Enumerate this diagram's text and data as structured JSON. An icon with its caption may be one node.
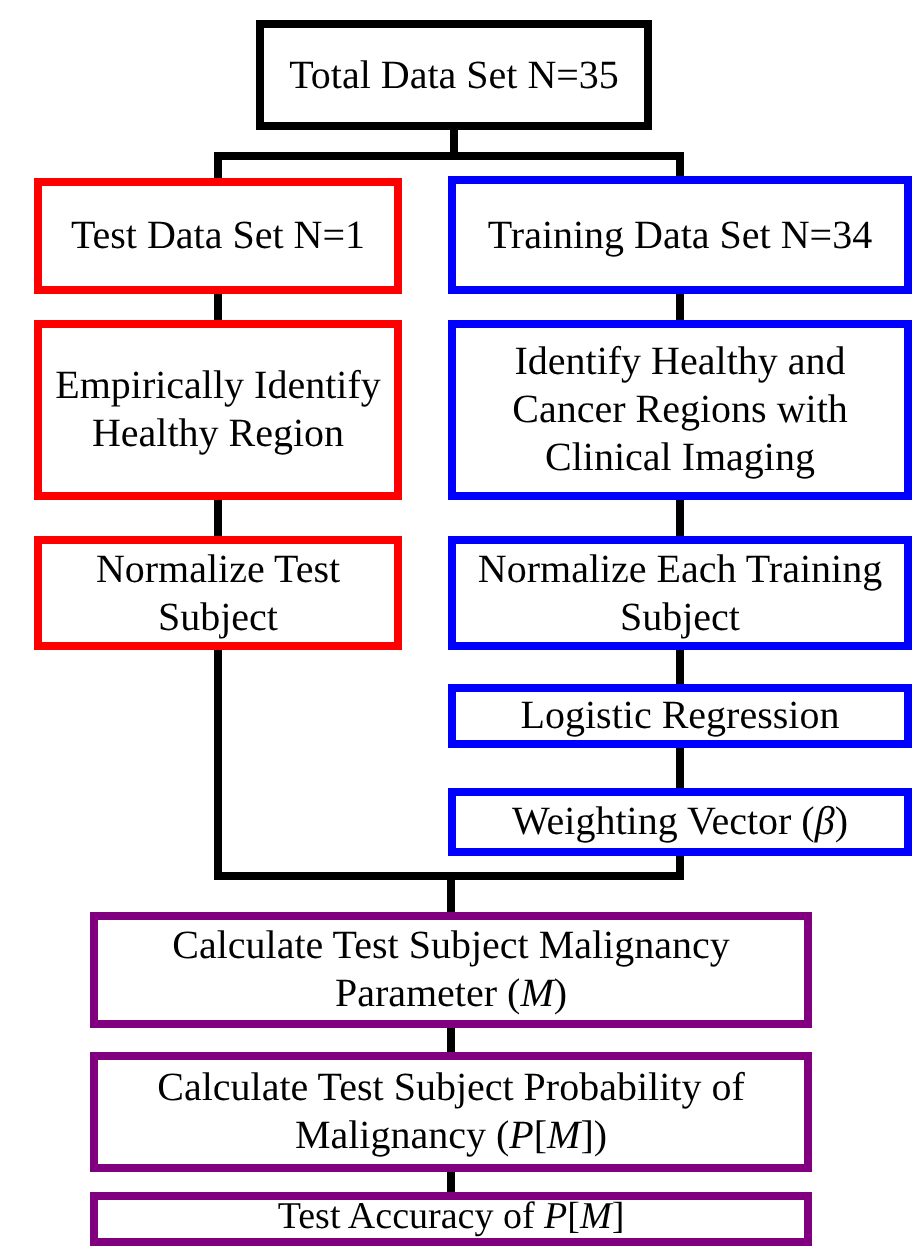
{
  "diagram": {
    "nodes": [
      {
        "text": [
          "Total Data Set N=35"
        ]
      },
      {
        "text": [
          "Test Data Set N=1"
        ]
      },
      {
        "text": [
          "Training Data Set N=34"
        ]
      },
      {
        "text": [
          "Empirically Identify Healthy Region"
        ]
      },
      {
        "text": [
          "Identify Healthy and Cancer Regions with Clinical Imaging"
        ]
      },
      {
        "text": [
          "Normalize Test Subject"
        ]
      },
      {
        "text": [
          "Normalize Each Training Subject"
        ]
      },
      {
        "text": [
          "Logistic Regression"
        ]
      },
      {
        "text": [
          "Weighting Vector (*β*)"
        ]
      },
      {
        "text": [
          "Calculate Test Subject Malignancy Parameter (*M*)"
        ]
      },
      {
        "text": [
          "Calculate Test Subject Probability of Malignancy (*P*[*M*])"
        ]
      },
      {
        "text": [
          "Test Accuracy of *P*[*M*]"
        ]
      }
    ],
    "edges": [
      {
        "from": 0,
        "to": 1,
        "arrow": "none"
      },
      {
        "from": 0,
        "to": 2,
        "arrow": "none"
      },
      {
        "from": 1,
        "to": 3,
        "arrow": "none"
      },
      {
        "from": 3,
        "to": 5,
        "arrow": "none"
      },
      {
        "from": 2,
        "to": 4,
        "arrow": "none"
      },
      {
        "from": 4,
        "to": 6,
        "arrow": "none"
      },
      {
        "from": 6,
        "to": 7,
        "arrow": "none"
      },
      {
        "from": 7,
        "to": 8,
        "arrow": "none"
      },
      {
        "from": 5,
        "to": 9,
        "arrow": "none"
      },
      {
        "from": 8,
        "to": 9,
        "arrow": "none"
      },
      {
        "from": 9,
        "to": 10,
        "arrow": "none"
      },
      {
        "from": 10,
        "to": 11,
        "arrow": "none"
      }
    ]
  }
}
